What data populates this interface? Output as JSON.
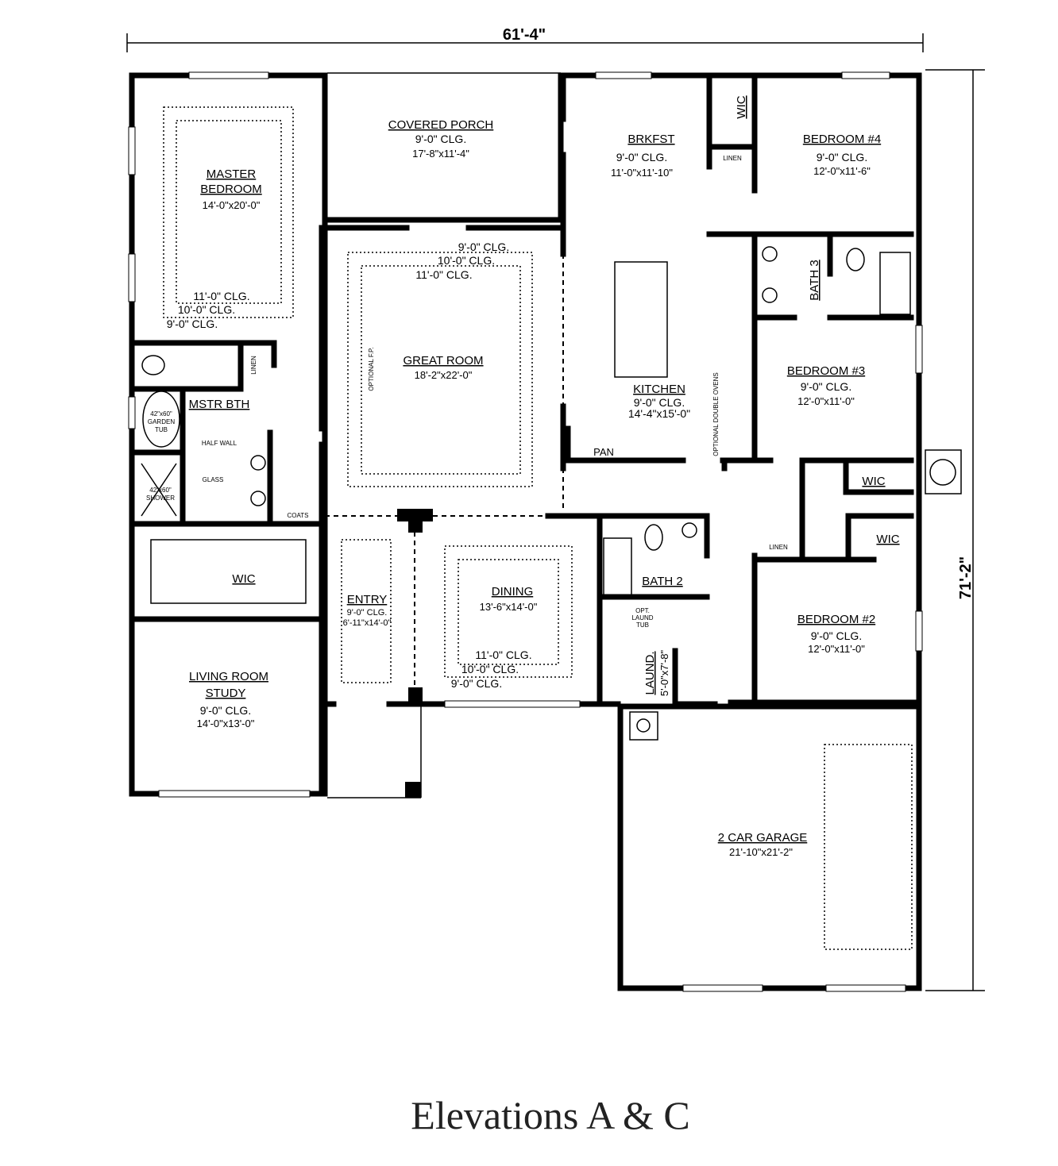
{
  "dimensions": {
    "width": "61'-4\"",
    "depth": "71'-2\""
  },
  "caption": "Elevations A & C",
  "rooms": {
    "covered_porch": {
      "name": "COVERED PORCH",
      "clg": "9'-0\" CLG.",
      "size": "17'-8\"x11'-4\""
    },
    "master_bedroom": {
      "name1": "MASTER",
      "name2": "BEDROOM",
      "size": "14'-0\"x20'-0\"",
      "clg1": "11'-0\" CLG.",
      "clg2": "10'-0\" CLG.",
      "clg3": "9'-0\" CLG."
    },
    "great_room": {
      "name": "GREAT ROOM",
      "size": "18'-2\"x22'-0\"",
      "clg1": "9'-0\" CLG.",
      "clg2": "10'-0\" CLG.",
      "clg3": "11'-0\" CLG.",
      "fireplace": "OPTIONAL F.P."
    },
    "brkfst": {
      "name": "BRKFST",
      "clg": "9'-0\" CLG.",
      "size": "11'-0\"x11'-10\""
    },
    "kitchen": {
      "name": "KITCHEN",
      "clg": "9'-0\" CLG.",
      "size": "14'-4\"x15'-0\"",
      "ovens": "OPTIONAL DOUBLE OVENS",
      "pan": "PAN"
    },
    "bedroom4": {
      "name": "BEDROOM #4",
      "clg": "9'-0\" CLG.",
      "size": "12'-0\"x11'-6\"",
      "wic": "WIC",
      "linen": "LINEN"
    },
    "bath3": {
      "name": "BATH 3"
    },
    "bedroom3": {
      "name": "BEDROOM #3",
      "clg": "9'-0\" CLG.",
      "size": "12'-0\"x11'-0\"",
      "wic": "WIC"
    },
    "bedroom2": {
      "name": "BEDROOM #2",
      "clg": "9'-0\" CLG.",
      "size": "12'-0\"x11'-0\"",
      "wic": "WIC",
      "linen": "LINEN"
    },
    "mstr_bth": {
      "name": "MSTR BTH",
      "tub1": "42\"x60\"",
      "tub2": "GARDEN",
      "tub3": "TUB",
      "half_wall": "HALF WALL",
      "glass": "GLASS",
      "shower1": "42\"x60\"",
      "shower2": "SHOWER",
      "linen": "LINEN",
      "coats": "COATS"
    },
    "master_wic": {
      "name": "WIC"
    },
    "living": {
      "name1": "LIVING ROOM",
      "name2": "STUDY",
      "clg": "9'-0\" CLG.",
      "size": "14'-0\"x13'-0\""
    },
    "entry": {
      "name": "ENTRY",
      "clg": "9'-0\" CLG.",
      "size": "6'-11\"x14'-0\""
    },
    "dining": {
      "name": "DINING",
      "size": "13'-6\"x14'-0\"",
      "clg1": "11'-0\" CLG.",
      "clg2": "10'-0\" CLG.",
      "clg3": "9'-0\" CLG."
    },
    "bath2": {
      "name": "BATH 2"
    },
    "laundry": {
      "name": "LAUND.",
      "size": "5'-0\"x7'-8\"",
      "tub1": "OPT.",
      "tub2": "LAUND",
      "tub3": "TUB"
    },
    "garage": {
      "name": "2 CAR GARAGE",
      "size": "21'-10\"x21'-2\""
    }
  }
}
